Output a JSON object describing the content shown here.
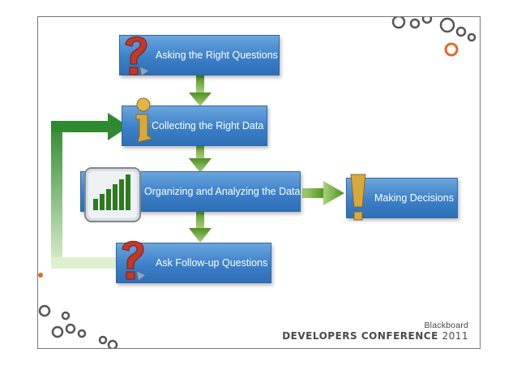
{
  "diagram": {
    "steps": [
      {
        "label": "Asking the Right Questions",
        "icon": "question-mark-icon"
      },
      {
        "label": "Collecting the Right Data",
        "icon": "info-icon"
      },
      {
        "label": "Organizing and Analyzing the Data",
        "icon": "bar-chart-icon"
      },
      {
        "label": "Ask Follow-up Questions",
        "icon": "question-mark-icon"
      }
    ],
    "decision": {
      "label": "Making Decisions",
      "icon": "exclamation-icon"
    },
    "colors": {
      "box_fill": "#3c80c9",
      "arrow_green": "#5a9a2a",
      "loop_green": "#2f8a2f",
      "question_red": "#c0392b",
      "info_gold": "#c89a2a"
    }
  },
  "footer": {
    "brand": "Blackboard",
    "conference": "DEVELOPERS CONFERENCE",
    "year": "2011"
  }
}
